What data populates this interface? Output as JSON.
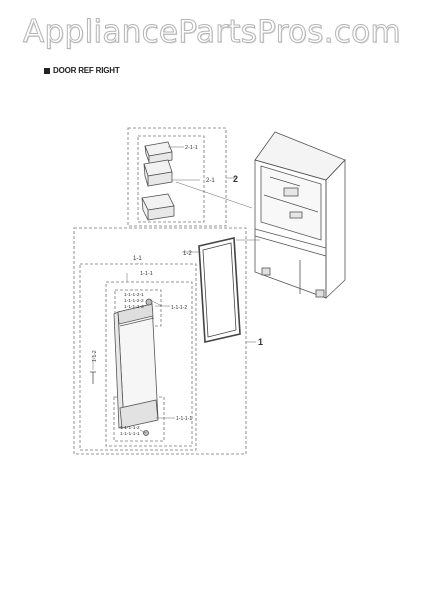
{
  "watermark": "AppliancePartsPros.com",
  "section_title": "DOOR REF RIGHT",
  "callouts": {
    "assembly_2": "2",
    "assembly_2_1": "2-1",
    "bin_2_1_1": "2-1-1",
    "door_1": "1",
    "door_1_1": "1-1",
    "door_1_2": "1-2",
    "door_1_1_1": "1-1-1",
    "door_1_1_2": "1-1-2",
    "hinge_1_1_1_2": "1-1-1-2",
    "cap_1_1_1_2_1": "1-1-1-2-1",
    "cap_1_1_1_2_2": "1-1-1-2-2",
    "cap_1_1_1_2_3": "1-1-1-2-3",
    "part_1_1_1_1": "1-1-1-1",
    "part_1_1_1_1_2": "1-1-1-1-2",
    "part_1_1_1_1_1": "1-1-1-1-1"
  },
  "colors": {
    "line": "#555555",
    "dash": "#777777"
  }
}
